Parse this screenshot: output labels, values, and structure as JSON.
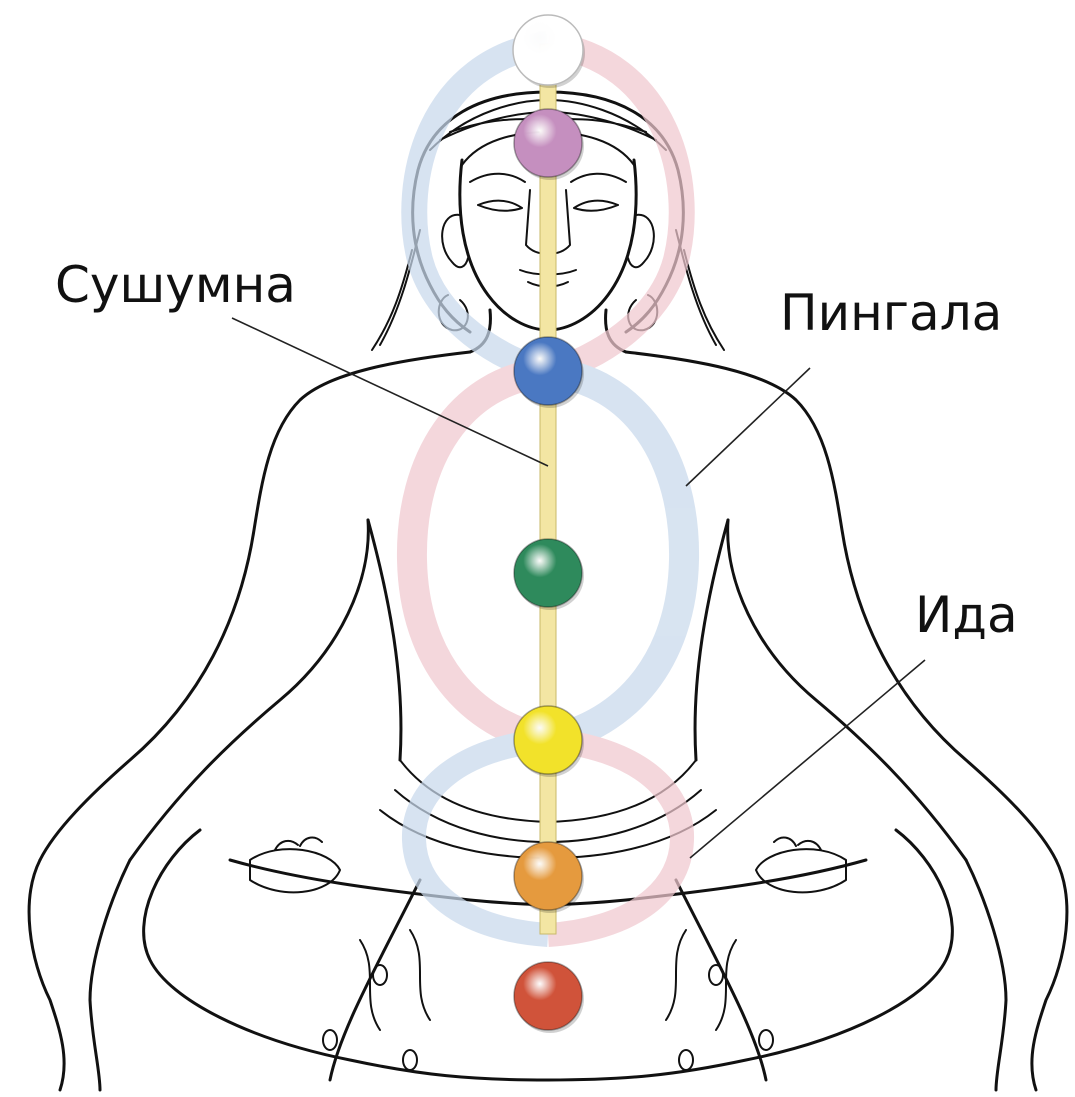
{
  "labels": {
    "sushumna": "Сушумна",
    "pingala": "Пингала",
    "ida": "Ида"
  },
  "colors": {
    "sushumna_channel": "#f3e6a3",
    "pingala_channel": "#f0c8cf",
    "ida_channel": "#c9d9ec",
    "text": "#111111"
  },
  "chakras": [
    {
      "name": "crown",
      "color": "#ffffff"
    },
    {
      "name": "third-eye",
      "color": "#c58fbf"
    },
    {
      "name": "throat",
      "color": "#4a78c2"
    },
    {
      "name": "heart",
      "color": "#2e8a5c"
    },
    {
      "name": "solar-plexus",
      "color": "#f2e22a"
    },
    {
      "name": "sacral",
      "color": "#e59a3e"
    },
    {
      "name": "root",
      "color": "#d0533a"
    }
  ]
}
